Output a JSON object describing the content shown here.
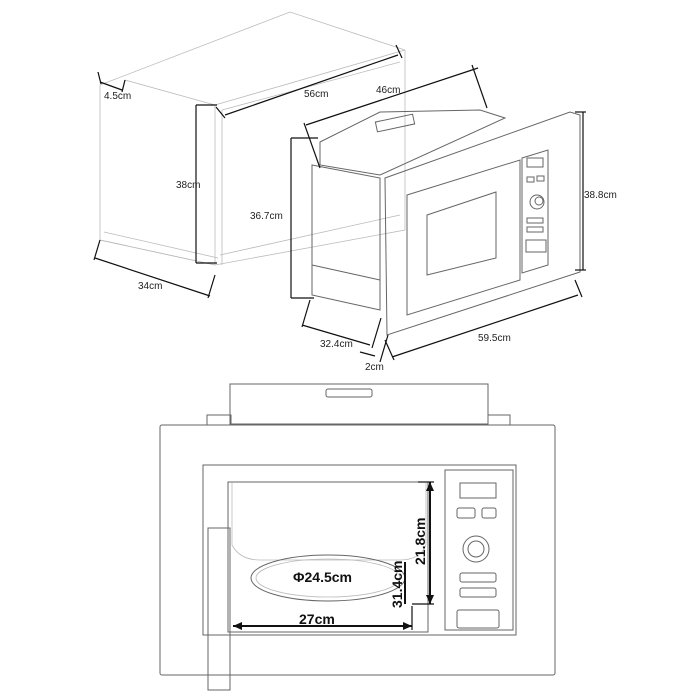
{
  "diagram": {
    "title": "Built-in microwave dimension drawing",
    "cabinet_niche": {
      "labels": {
        "frame_depth": "4.5cm",
        "width": "56cm",
        "height": "38cm",
        "depth": "34cm"
      }
    },
    "appliance_isometric": {
      "labels": {
        "body_depth": "46cm",
        "body_height": "36.7cm",
        "frame_height": "38.8cm",
        "body_side": "32.4cm",
        "frame_thickness": "2cm",
        "frame_width": "59.5cm"
      }
    },
    "appliance_front": {
      "labels": {
        "turntable_diameter": "Φ24.5cm",
        "cavity_height": "21.8cm",
        "cavity_width": "27cm",
        "cavity_depth": "31.4cm"
      }
    }
  }
}
